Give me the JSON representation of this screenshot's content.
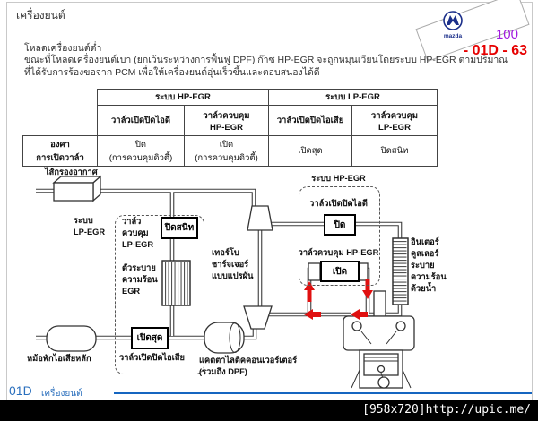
{
  "page": {
    "title": "เครื่องยนต์",
    "section_heading": "โหลดเครื่องยนต์ต่ำ",
    "paragraph": "ขณะที่โหลดเครื่องยนต์เบา (ยกเว้นระหว่างการฟื้นฟู DPF) ก๊าซ HP-EGR จะถูกหมุนเวียนโดยระบบ HP-EGR ตามปริมาณ\nที่ได้รับการร้องขอจาก PCM เพื่อให้เครื่องยนต์อุ่นเร็วขึ้นและตอบสนองได้ดี",
    "page_number": "100",
    "page_code": "- 01D - 63",
    "logo_text": "mazda",
    "footer_section": "01D",
    "footer_title": "เครื่องยนต์",
    "watermark": "[958x720]http://upic.me/"
  },
  "colors": {
    "page_number_purple": "#a21ce0",
    "page_code_red": "#e60000",
    "footer_blue": "#1565c0",
    "arrow_red": "#e01010"
  },
  "table": {
    "col_groups": [
      "ระบบ HP-EGR",
      "ระบบ LP-EGR"
    ],
    "columns": [
      "วาล์วเปิดปิดไอดี",
      "วาล์วควบคุม\nHP-EGR",
      "วาล์วเปิดปิดไอเสีย",
      "วาล์วควบคุม\nLP-EGR"
    ],
    "row_label": "องศา\nการเปิดวาล์ว",
    "values": [
      "ปิด\n(การควบคุมดิวตี้)",
      "เปิด\n(การควบคุมดิวตี้)",
      "เปิดสุด",
      "ปิดสนิท"
    ]
  },
  "diagram": {
    "labels": {
      "air_filter": "ไส้กรองอากาศ",
      "lp_system": "ระบบ\nLP-EGR",
      "lp_valve": "วาล์ว\nควบคุม\nLP-EGR",
      "lp_valve_state": "ปิดสนิท",
      "egr_cooler": "ตัวระบาย\nความร้อน\nEGR",
      "muffler": "หม้อพักไอเสียหลัก",
      "exhaust_shutter": "วาล์วเปิดปิดไอเสีย",
      "exhaust_shutter_state": "เปิดสุด",
      "catalyst": "แคตตาไลติคคอนเวอร์เตอร์\n(รวมถึง DPF)",
      "turbo": "เทอร์โบ\nชาร์จเจอร์\nแบบแปรผัน",
      "hp_system": "ระบบ HP-EGR",
      "intake_shutter": "วาล์วเปิดปิดไอดี",
      "intake_shutter_state": "ปิด",
      "hp_valve": "วาล์วควบคุม HP-EGR",
      "hp_valve_state": "เปิด",
      "intercooler": "อินเตอร์\nคูลเลอร์\nระบาย\nความร้อน\nด้วยน้ำ"
    }
  }
}
